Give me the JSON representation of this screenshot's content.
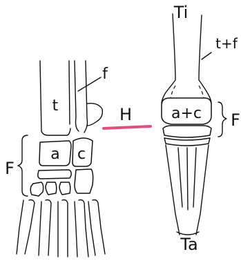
{
  "figure": {
    "left_limb": {
      "labels": {
        "tibia": "t",
        "fibula": "f",
        "astragalus": "a",
        "calcaneum": "c",
        "region": "F"
      }
    },
    "arrow_label": "H",
    "right_limb": {
      "labels": {
        "top": "Ti",
        "fused": "t+f",
        "fused_tarsals": "a+c",
        "region": "F",
        "bottom": "Ta"
      }
    },
    "colors": {
      "ink": "#111111",
      "arrow": "#e0507a",
      "background": "#ffffff"
    }
  }
}
